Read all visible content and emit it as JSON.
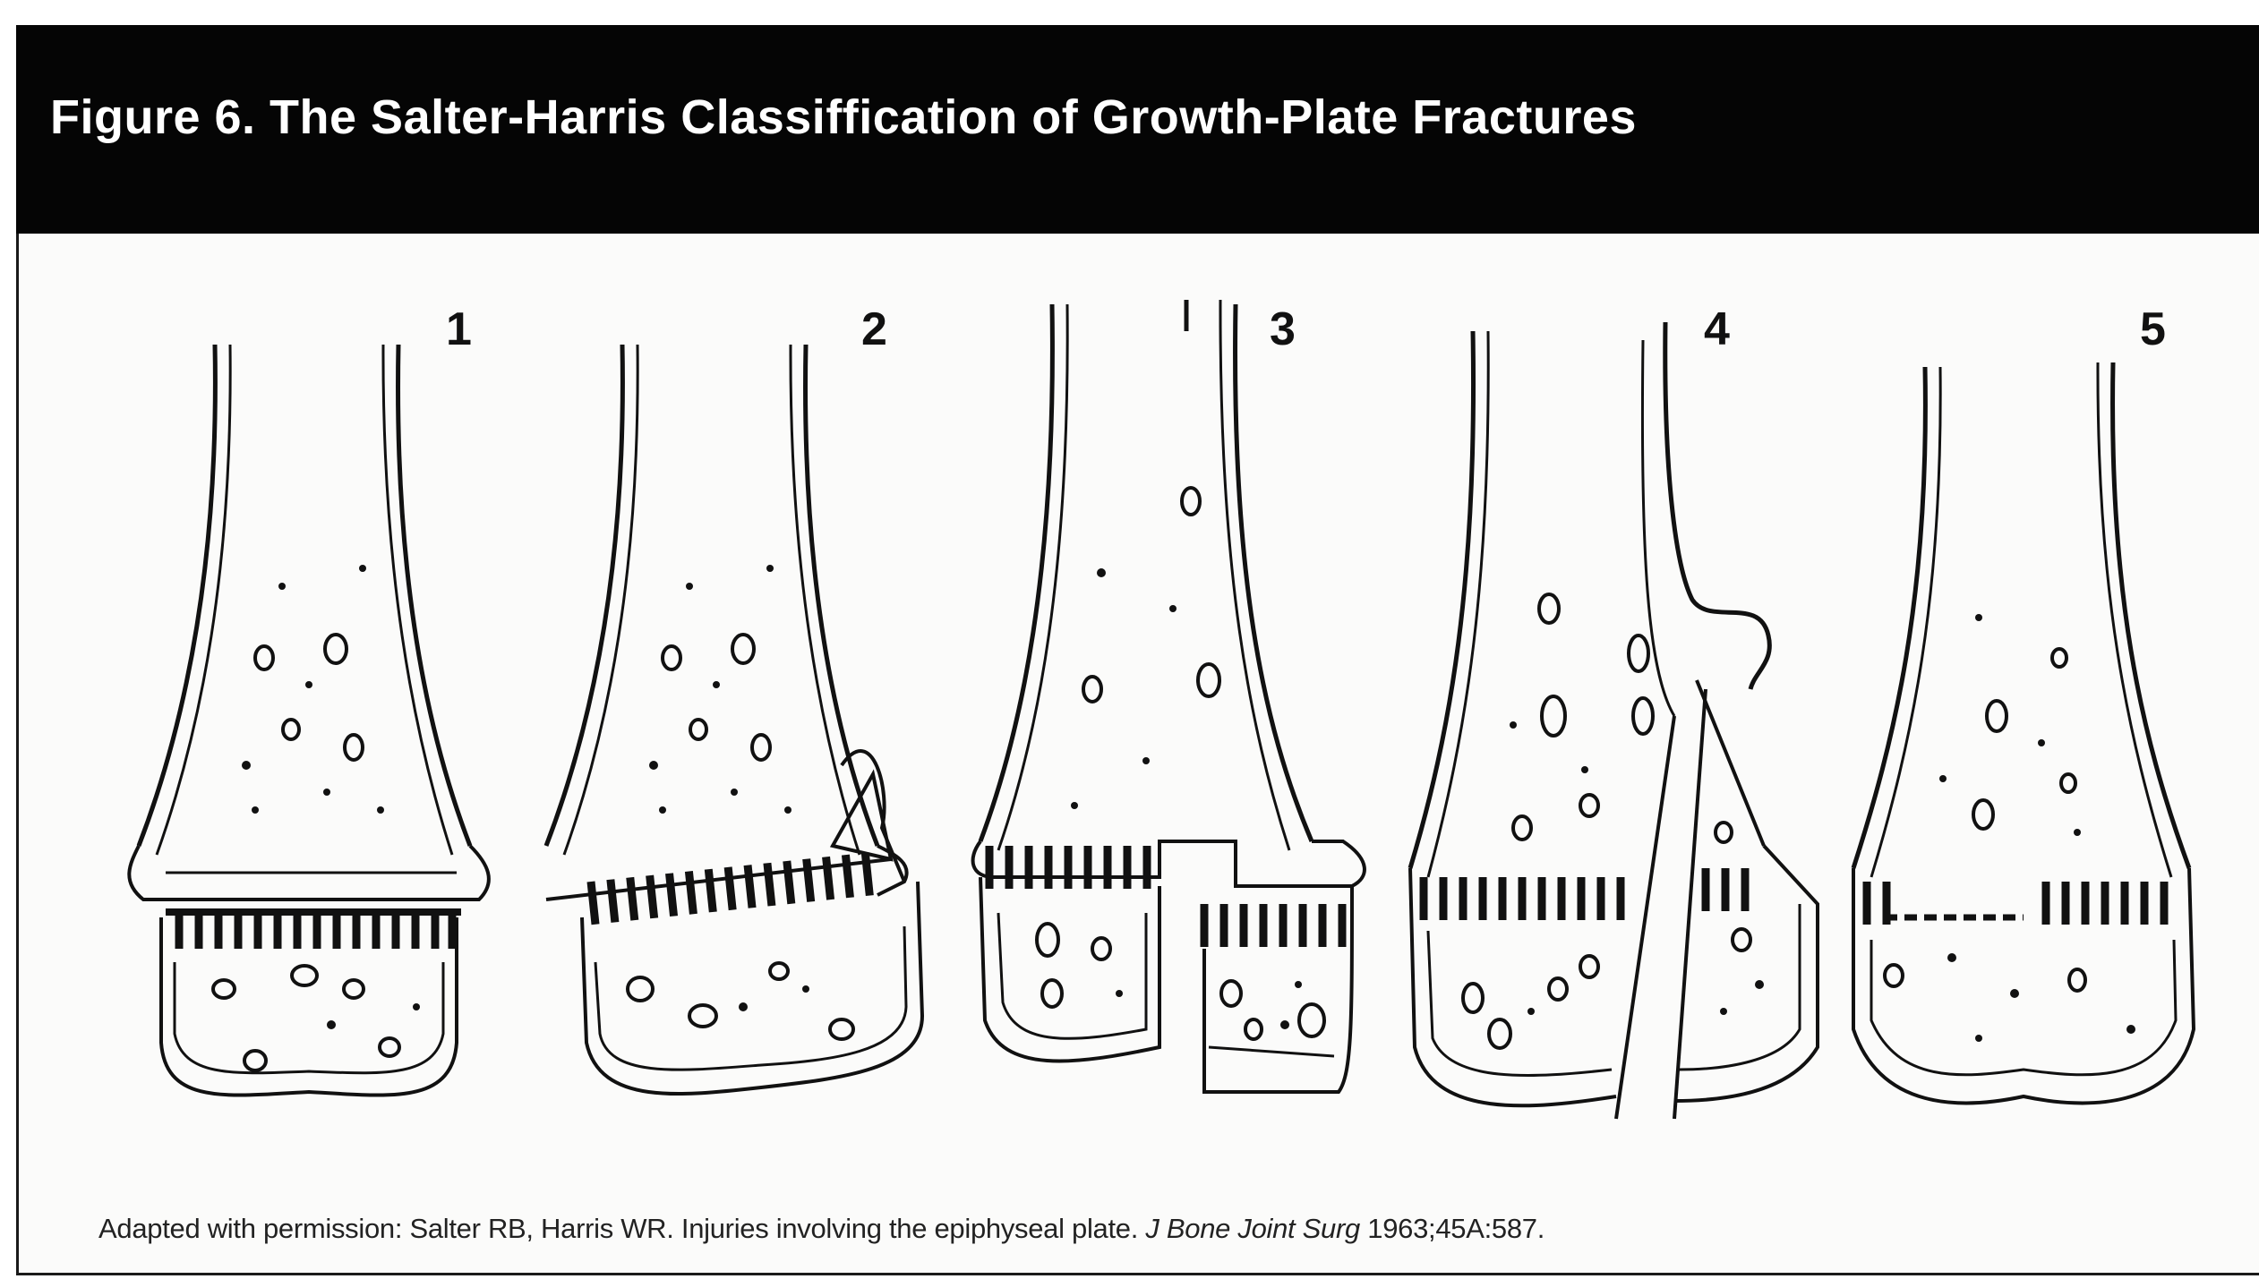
{
  "figure": {
    "title": "Figure 6. The Salter-Harris Classiffication of Growth-Plate Fractures",
    "panel_labels": [
      "1",
      "2",
      "3",
      "4",
      "5"
    ],
    "caption_pre": "Adapted with permission: Salter RB, Harris WR. Injuries involving the epiphyseal plate. ",
    "caption_journal": "J Bone Joint Surg",
    "caption_post": " 1963;45A:587."
  }
}
